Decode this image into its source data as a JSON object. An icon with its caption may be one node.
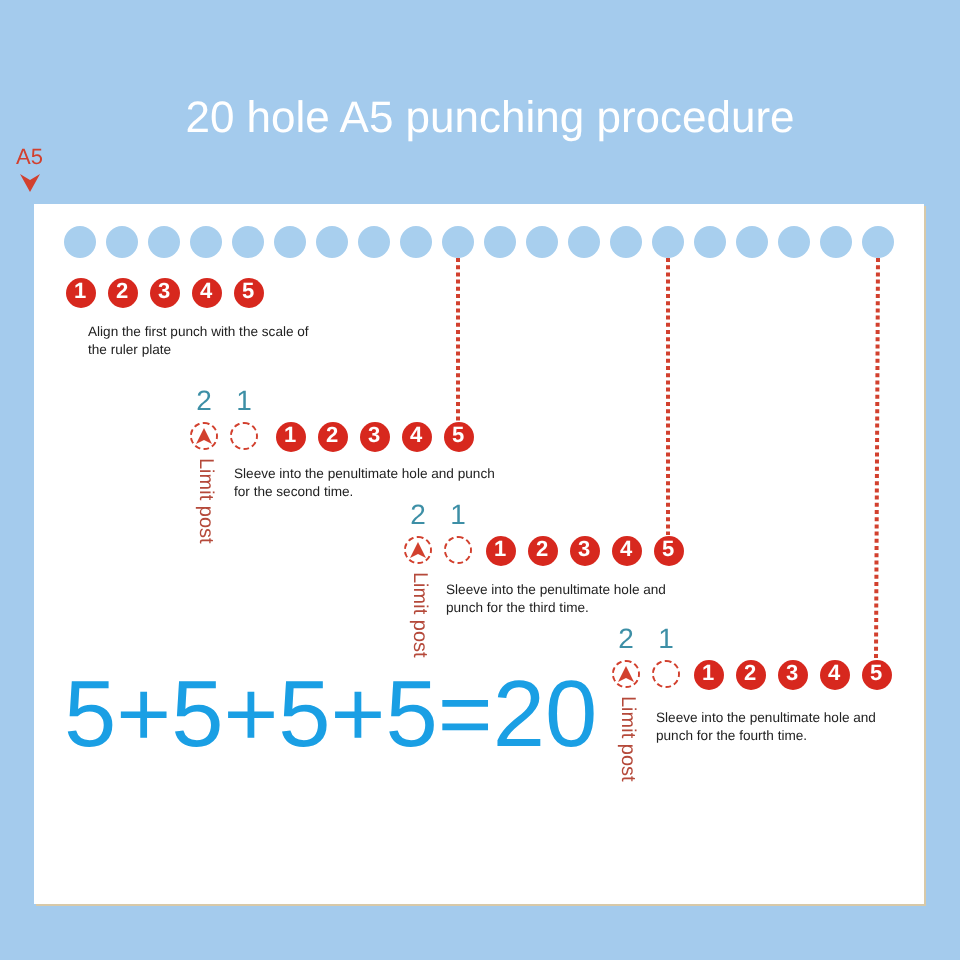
{
  "diagram": {
    "title": "20 hole A5 punching procedure",
    "nodes": [
      {
        "text": [],
        "shape": "circle"
      },
      {
        "text": [],
        "shape": "circle"
      },
      {
        "text": [],
        "shape": "circle"
      },
      {
        "text": [],
        "shape": "circle"
      },
      {
        "text": [],
        "shape": "circle"
      },
      {
        "text": [],
        "shape": "circle"
      },
      {
        "text": [],
        "shape": "circle"
      },
      {
        "text": [],
        "shape": "circle"
      },
      {
        "text": [],
        "shape": "circle"
      },
      {
        "text": [],
        "shape": "circle"
      },
      {
        "text": [],
        "shape": "circle"
      },
      {
        "text": [],
        "shape": "circle"
      },
      {
        "text": [],
        "shape": "circle"
      },
      {
        "text": [],
        "shape": "circle"
      },
      {
        "text": [],
        "shape": "circle"
      },
      {
        "text": [],
        "shape": "circle"
      },
      {
        "text": [],
        "shape": "circle"
      },
      {
        "text": [],
        "shape": "circle"
      },
      {
        "text": [],
        "shape": "circle"
      },
      {
        "text": [],
        "shape": "circle"
      },
      {
        "text": [
          "1"
        ]
      },
      {
        "text": [
          "2"
        ]
      },
      {
        "text": [
          "3"
        ]
      },
      {
        "text": [
          "4"
        ]
      },
      {
        "text": [
          "5"
        ]
      },
      {
        "text": [],
        "shape": "circle",
        "beside": [
          "2",
          "Limit post"
        ]
      },
      {
        "text": [],
        "shape": "circle",
        "beside": [
          "1"
        ]
      },
      {
        "text": [
          "1"
        ]
      },
      {
        "text": [
          "2"
        ]
      },
      {
        "text": [
          "3"
        ]
      },
      {
        "text": [
          "4"
        ]
      },
      {
        "text": [
          "5"
        ]
      },
      {
        "text": [],
        "shape": "circle",
        "beside": [
          "2",
          "Limit post"
        ]
      },
      {
        "text": [],
        "shape": "circle",
        "beside": [
          "1"
        ]
      },
      {
        "text": [
          "1"
        ]
      },
      {
        "text": [
          "2"
        ]
      },
      {
        "text": [
          "3"
        ]
      },
      {
        "text": [
          "4"
        ]
      },
      {
        "text": [
          "5"
        ]
      },
      {
        "text": [],
        "shape": "circle",
        "beside": [
          "2",
          "Limit post"
        ]
      },
      {
        "text": [],
        "shape": "circle",
        "beside": [
          "1"
        ]
      },
      {
        "text": [
          "1"
        ]
      },
      {
        "text": [
          "2"
        ]
      },
      {
        "text": [
          "3"
        ]
      },
      {
        "text": [
          "4"
        ]
      },
      {
        "text": [
          "5"
        ]
      }
    ],
    "edges": [
      {
        "from": 9,
        "to": 31,
        "arrow": "none",
        "style": "dashed"
      },
      {
        "from": 14,
        "to": 38,
        "arrow": "none",
        "style": "dashed"
      },
      {
        "from": 19,
        "to": 45,
        "arrow": "none",
        "style": "dashed"
      }
    ],
    "labels": [
      "A5",
      "Align the first punch with the scale of the ruler plate",
      "Sleeve into the penultimate hole and punch for the second time.",
      "Sleeve into the penultimate hole and punch for the third time.",
      "Sleeve into the penultimate hole and punch for the fourth time.",
      "5+5+5+5=20"
    ]
  }
}
